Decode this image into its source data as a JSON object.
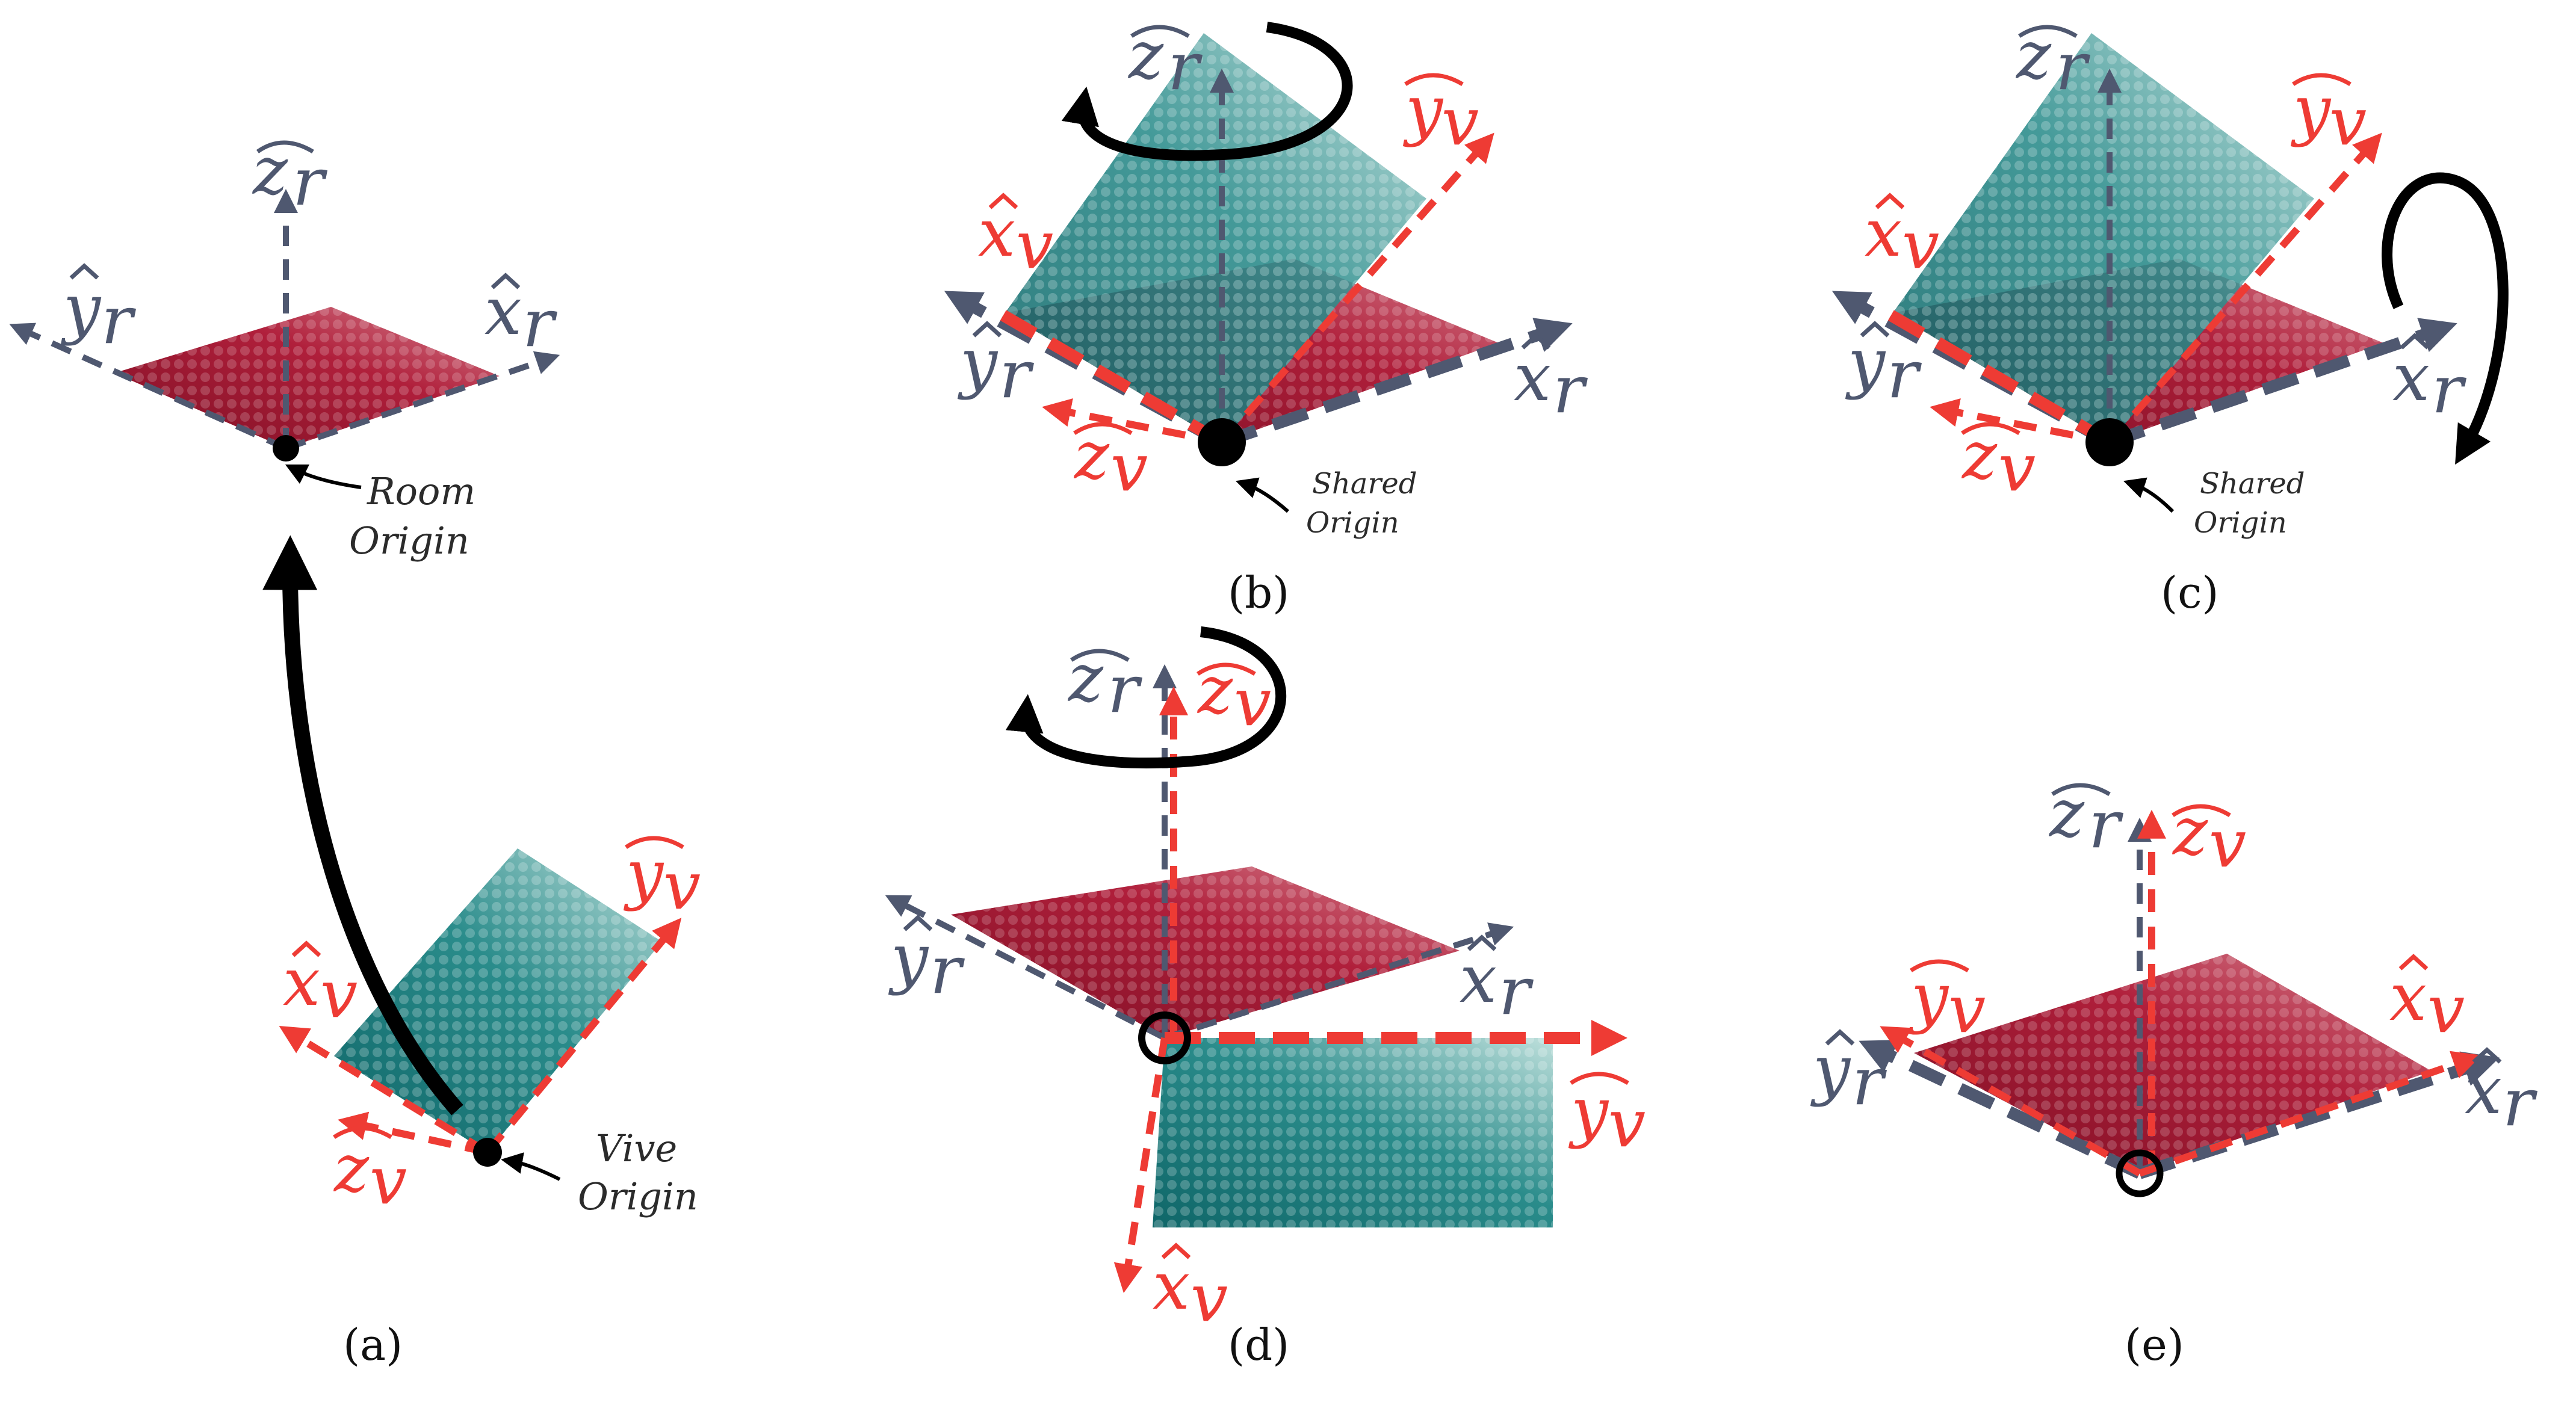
{
  "colors": {
    "room_axis": "#4f5870",
    "vive_axis": "#ee3b34",
    "red_plane": "#b21e3a",
    "teal_plane": "#1b7f80",
    "arrow": "#000000"
  },
  "axis_labels": {
    "x_r": "x",
    "y_r": "y",
    "z_r": "z",
    "x_v": "x",
    "y_v": "y",
    "z_v": "z",
    "sub_r": "r",
    "sub_v": "v"
  },
  "origins": {
    "room_line1": "Room",
    "room_line2": "Origin",
    "vive_line1": "Vive",
    "vive_line2": "Origin",
    "shared_line1": "Shared",
    "shared_line2": "Origin"
  },
  "panels": {
    "a": "(a)",
    "b": "(b)",
    "c": "(c)",
    "d": "(d)",
    "e": "(e)"
  }
}
